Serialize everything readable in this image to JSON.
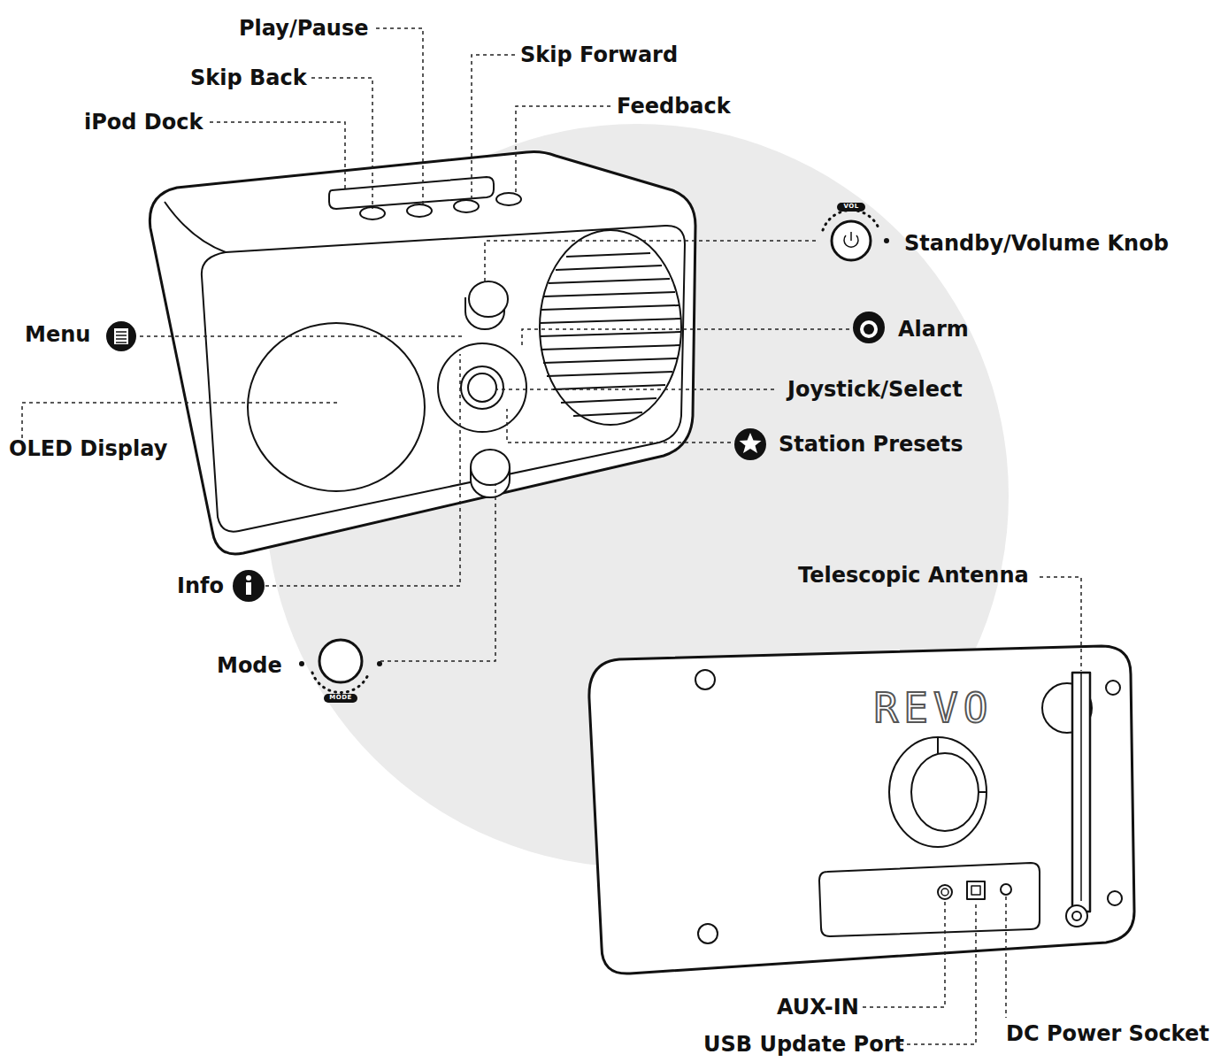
{
  "diagram": {
    "labels": [
      "Play/Pause",
      "Skip Forward",
      "Skip Back",
      "Feedback",
      "iPod Dock",
      "VOL",
      "Standby/Volume Knob",
      "Menu",
      "Alarm",
      "Joystick/Select",
      "OLED Display",
      "Station Presets",
      "Info",
      "Telescopic Antenna",
      "Mode",
      "MODE",
      "REVO",
      "AUX-IN",
      "USB Update Port",
      "DC Power Socket"
    ]
  }
}
